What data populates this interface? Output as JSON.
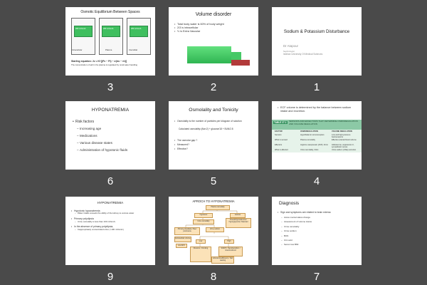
{
  "slides": {
    "s3": {
      "number": "3",
      "title": "Osmotic Equilibrium Between Spaces",
      "compartments": [
        "Intracellular",
        "Plasma",
        "Interstitial"
      ],
      "cell_label": "280 mOsm/L",
      "equation": "Starling equation: Jv = Kf [(Pc − Pi) − σ(πc − πi)]",
      "note": "The concentration of salt in the plasma is regulated by renal water handling"
    },
    "s2": {
      "number": "2",
      "title": "Volume disorder",
      "bullets": [
        "Total body water is 60% of body weight",
        "2/3 is intracellular",
        "⅓ is Extra Vascular"
      ],
      "green_labels": [
        "",
        "",
        ""
      ]
    },
    "s1": {
      "number": "1",
      "title": "Sodium & Potassium Disturbance",
      "author": "Dr Atapour",
      "dept": "Nephrologist",
      "univ": "Isfahan University Of Medical Sciences"
    },
    "s6": {
      "number": "6",
      "title": "HYPONATREMIA",
      "bullet": "Risk factors",
      "subs": [
        "Increasing age",
        "Medications",
        "Various disease states",
        "Administration of hypotonic fluids"
      ]
    },
    "s5": {
      "number": "5",
      "title": "Osmolality and Tonicity",
      "lines": [
        "Osmolality is the number of particles per kilogram of solution",
        "Calculated osmolality=(Na×2) + glucose/18 + BUN/2.8",
        "The osmolar gap ?",
        "Measured?",
        "Effective?"
      ]
    },
    "s4": {
      "number": "4",
      "intro": "ECF volume is determined by the balance between sodium intake and excretion.",
      "table_label": "TABLE 27-1",
      "table_title": "SENSORS AND EFFECTORS THAT DETERMINE OSMOREGULATION AND VOLUME REGULATION",
      "headers": [
        "FACTOR",
        "OSMOREGULATION",
        "VOLUME REGULATION"
      ],
      "rows": [
        [
          "Sensors",
          "Hypothalamic osmoreceptors",
          "Low and high-pressure baroreceptors"
        ],
        [
          "What is sensed",
          "Plasma osmolality",
          "Effective arterial blood volume"
        ],
        [
          "Effectors",
          "Arginine vasopressin (AVP), thirst",
          "Aldosterone, angiotensin II, sympathetic nerves"
        ],
        [
          "What is affected",
          "Urine osmolality, thirst",
          "Urine sodium (UNa) excretion"
        ]
      ]
    },
    "s9": {
      "number": "9",
      "title": "HYPONATREMIA",
      "b1": "Hypotonic hyponatremia",
      "d1": "Water intake exceeds the ability of the kidney to excrete water",
      "b2": "Primary polydipsia",
      "d2": "Urine osmolality is less than 100 mOsm/L",
      "b3": "In the absence of primary polydipsia,",
      "d3": "Inappropriately concentrated urine (>100 mOsm/L)"
    },
    "s8": {
      "number": "8",
      "title": "APROCH  TO HYPONATREMIA",
      "boxes": [
        "Plasma osmolality",
        "Hypotonic",
        "Isotonic",
        "Pseudohyponatremia / Hyperglycemia / Mannitol",
        "Urine osmolality",
        "Primary polydipsia / Beer potomania",
        "Urine sodium",
        "Low",
        "High",
        "Diuretics / Vomiting",
        "SIADH / Hypothyroidism / Glucocorticoid",
        "Adrenal insufficiency / Salt wasting",
        "Extracellular volume",
        "Low ECV"
      ]
    },
    "s7": {
      "number": "7",
      "title": "Diagnosis",
      "bullet": "Sign and symptoms are related to brain edema",
      "subs": [
        "Acute mental status change",
        "Assessment of volume status",
        "Urine osmolality",
        "Urine sodium",
        "BUN",
        "Uric acid",
        "Serum low BMI"
      ]
    }
  }
}
